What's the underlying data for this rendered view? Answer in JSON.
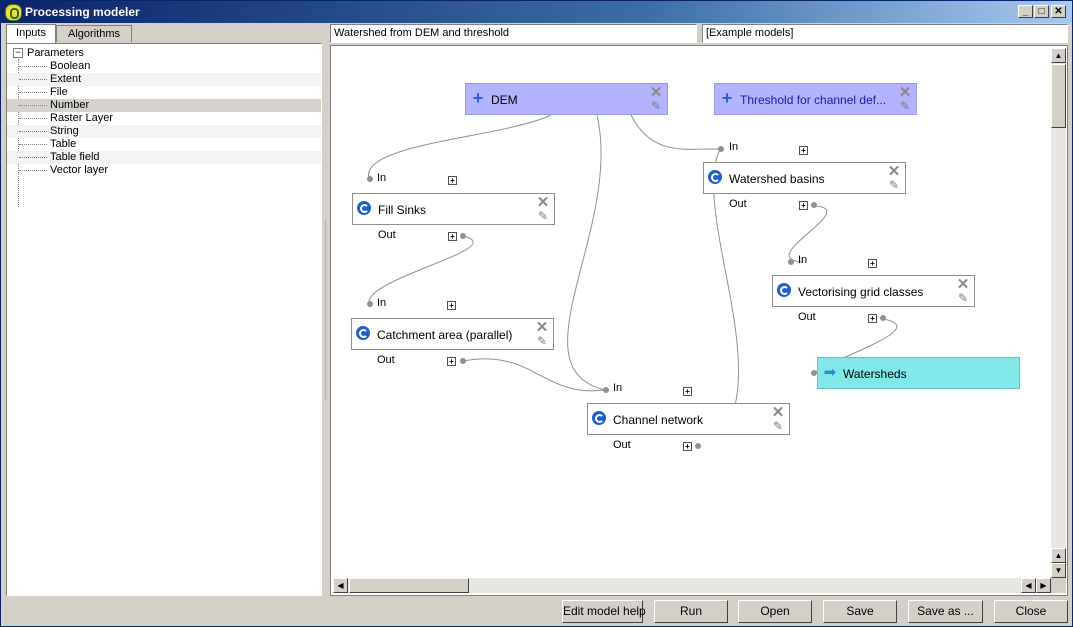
{
  "window": {
    "title": "Processing modeler"
  },
  "tabs": [
    {
      "label": "Inputs",
      "active": true
    },
    {
      "label": "Algorithms",
      "active": false
    }
  ],
  "tree": {
    "root": "Parameters",
    "items": [
      "Boolean",
      "Extent",
      "File",
      "Number",
      "Raster Layer",
      "String",
      "Table",
      "Table field",
      "Vector layer"
    ],
    "selected_item": "Number"
  },
  "model_name": "Watershed from DEM and threshold",
  "model_group": "[Example models]",
  "canvas": {
    "nodes": {
      "dem": {
        "label": "DEM",
        "kind": "input",
        "icon": "plus-icon"
      },
      "threshold": {
        "label": "Threshold for channel def...",
        "kind": "input",
        "icon": "plus-icon"
      },
      "fill_sinks": {
        "label": "Fill Sinks",
        "kind": "algorithm",
        "icon": "saga-algorithm-icon"
      },
      "catchment": {
        "label": "Catchment area (parallel)",
        "kind": "algorithm",
        "icon": "saga-algorithm-icon"
      },
      "watershed_basins": {
        "label": "Watershed basins",
        "kind": "algorithm",
        "icon": "saga-algorithm-icon"
      },
      "vectorising": {
        "label": "Vectorising grid classes",
        "kind": "algorithm",
        "icon": "saga-algorithm-icon"
      },
      "channel_network": {
        "label": "Channel network",
        "kind": "algorithm",
        "icon": "saga-algorithm-icon"
      },
      "watersheds": {
        "label": "Watersheds",
        "kind": "output",
        "icon": "arrow-right-icon"
      }
    },
    "port_in": "In",
    "port_out": "Out",
    "node_colors": {
      "input": "#b3b3ff",
      "output": "#80e8e8",
      "algorithm": "#ffffff"
    }
  },
  "buttons": {
    "edit_help": "Edit model help",
    "run": "Run",
    "open": "Open",
    "save": "Save",
    "save_as": "Save as ...",
    "close": "Close"
  },
  "window_controls": {
    "minimize": "_",
    "maximize": "□",
    "close": "✕"
  }
}
